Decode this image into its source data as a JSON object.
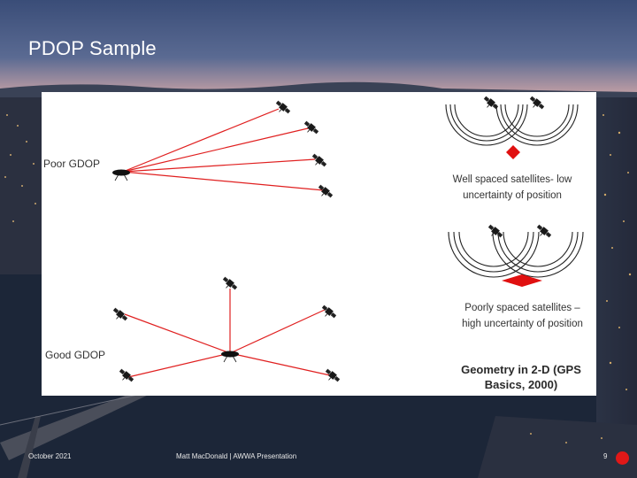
{
  "slide": {
    "title": "PDOP Sample"
  },
  "diagram": {
    "poor_gdop_label": "Poor GDOP",
    "good_gdop_label": "Good GDOP",
    "well_spaced_caption_line1": "Well spaced satellites- low",
    "well_spaced_caption_line2": "uncertainty of position",
    "poorly_spaced_caption_line1": "Poorly spaced satellites –",
    "poorly_spaced_caption_line2": "high uncertainty of position",
    "geometry_caption_line1": "Geometry in 2-D (GPS",
    "geometry_caption_line2": "Basics, 2000)",
    "colors": {
      "signal_line": "#e02020",
      "position_marker": "#e01010",
      "range_arc": "#222222"
    },
    "icons": [
      "satellite-icon",
      "receiver-icon"
    ]
  },
  "footer": {
    "date": "October 2021",
    "presenter": "Matt MacDonald | AWWA Presentation",
    "page_number": "9"
  }
}
